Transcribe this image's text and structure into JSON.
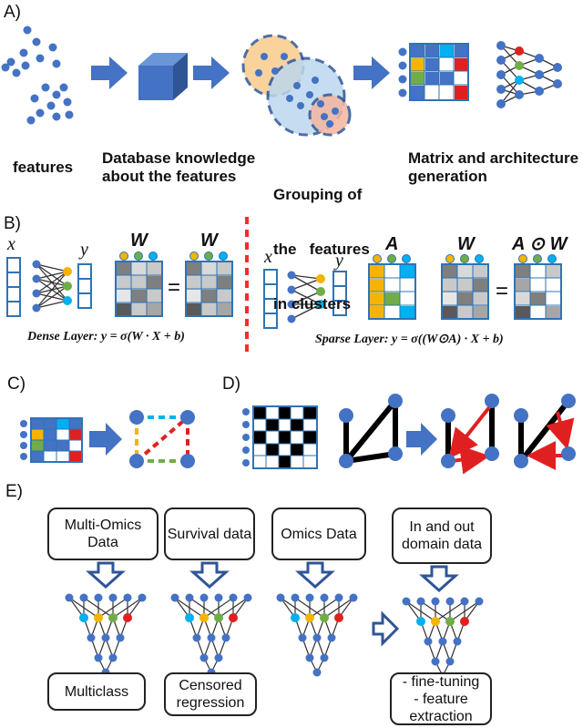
{
  "panels": {
    "a": "A)",
    "b": "B)",
    "c": "C)",
    "d": "D)",
    "e": "E)"
  },
  "panel_a": {
    "features": "features",
    "database_line1": "Database knowledge",
    "database_line2": "about the features",
    "grouping_line1": "Grouping of",
    "grouping_line2": "the   features",
    "grouping_line3": "in clusters",
    "matrix_line1": "Matrix and architecture",
    "matrix_line2": "generation"
  },
  "panel_b": {
    "x_dense": "x",
    "y_dense": "y",
    "w1": "W",
    "w2": "W",
    "eq1": "=",
    "dense_formula": "Dense Layer:  y =  σ(W · X + b)",
    "x_sparse": "x",
    "y_sparse": "y",
    "a": "A",
    "w3": "W",
    "aw": "A ⊙ W",
    "eq2": "=",
    "sparse_formula": "Sparse Layer:  y =  σ((W⊙A) · X + b)"
  },
  "panel_e": {
    "box1": "Multi-Omics Data",
    "box2": "Survival data",
    "box3": "Omics Data",
    "box4": "In and out domain data",
    "out1": "Multiclass",
    "out2": "Censored regression",
    "out4_line1": "- fine-tuning",
    "out4_line2": "- feature",
    "out4_line3": "extraction"
  },
  "colors": {
    "node_blue": "#4472c4",
    "matrix_blue": "#2e74b5",
    "yellow": "#f4b400",
    "green": "#70ad47",
    "red": "#e02020",
    "cyan": "#00b0f0",
    "orange_cluster": "#f8cb8b",
    "blue_cluster": "#bdd7ee",
    "pink_cluster": "#f4b6a0",
    "divider_red": "#ff2a2a"
  }
}
